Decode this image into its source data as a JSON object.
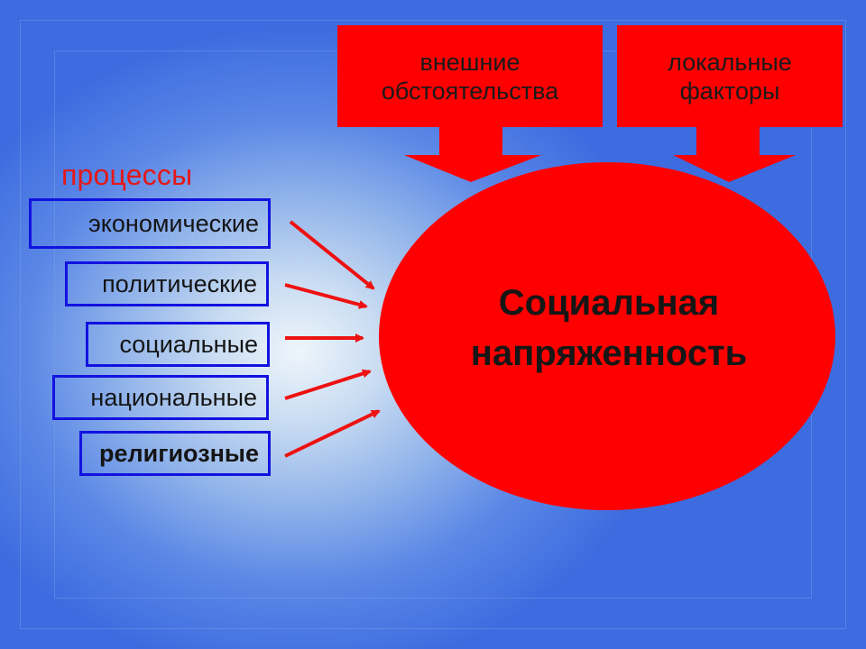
{
  "top_boxes": [
    {
      "line1": "внешние",
      "line2": "обстоятельства"
    },
    {
      "line1": "локальные",
      "line2": "факторы"
    }
  ],
  "processes": {
    "heading": "процессы",
    "items": [
      {
        "label": "экономические"
      },
      {
        "label": "политические"
      },
      {
        "label": "социальные"
      },
      {
        "label": "национальные"
      },
      {
        "label": "религиозные"
      }
    ]
  },
  "center": {
    "line1": "Социальная",
    "line2": "напряженность"
  },
  "colors": {
    "accent_red": "#ff0000",
    "box_border_blue": "#1212e0",
    "background_blue": "#3d6ce0",
    "heading_red": "#e41818"
  }
}
